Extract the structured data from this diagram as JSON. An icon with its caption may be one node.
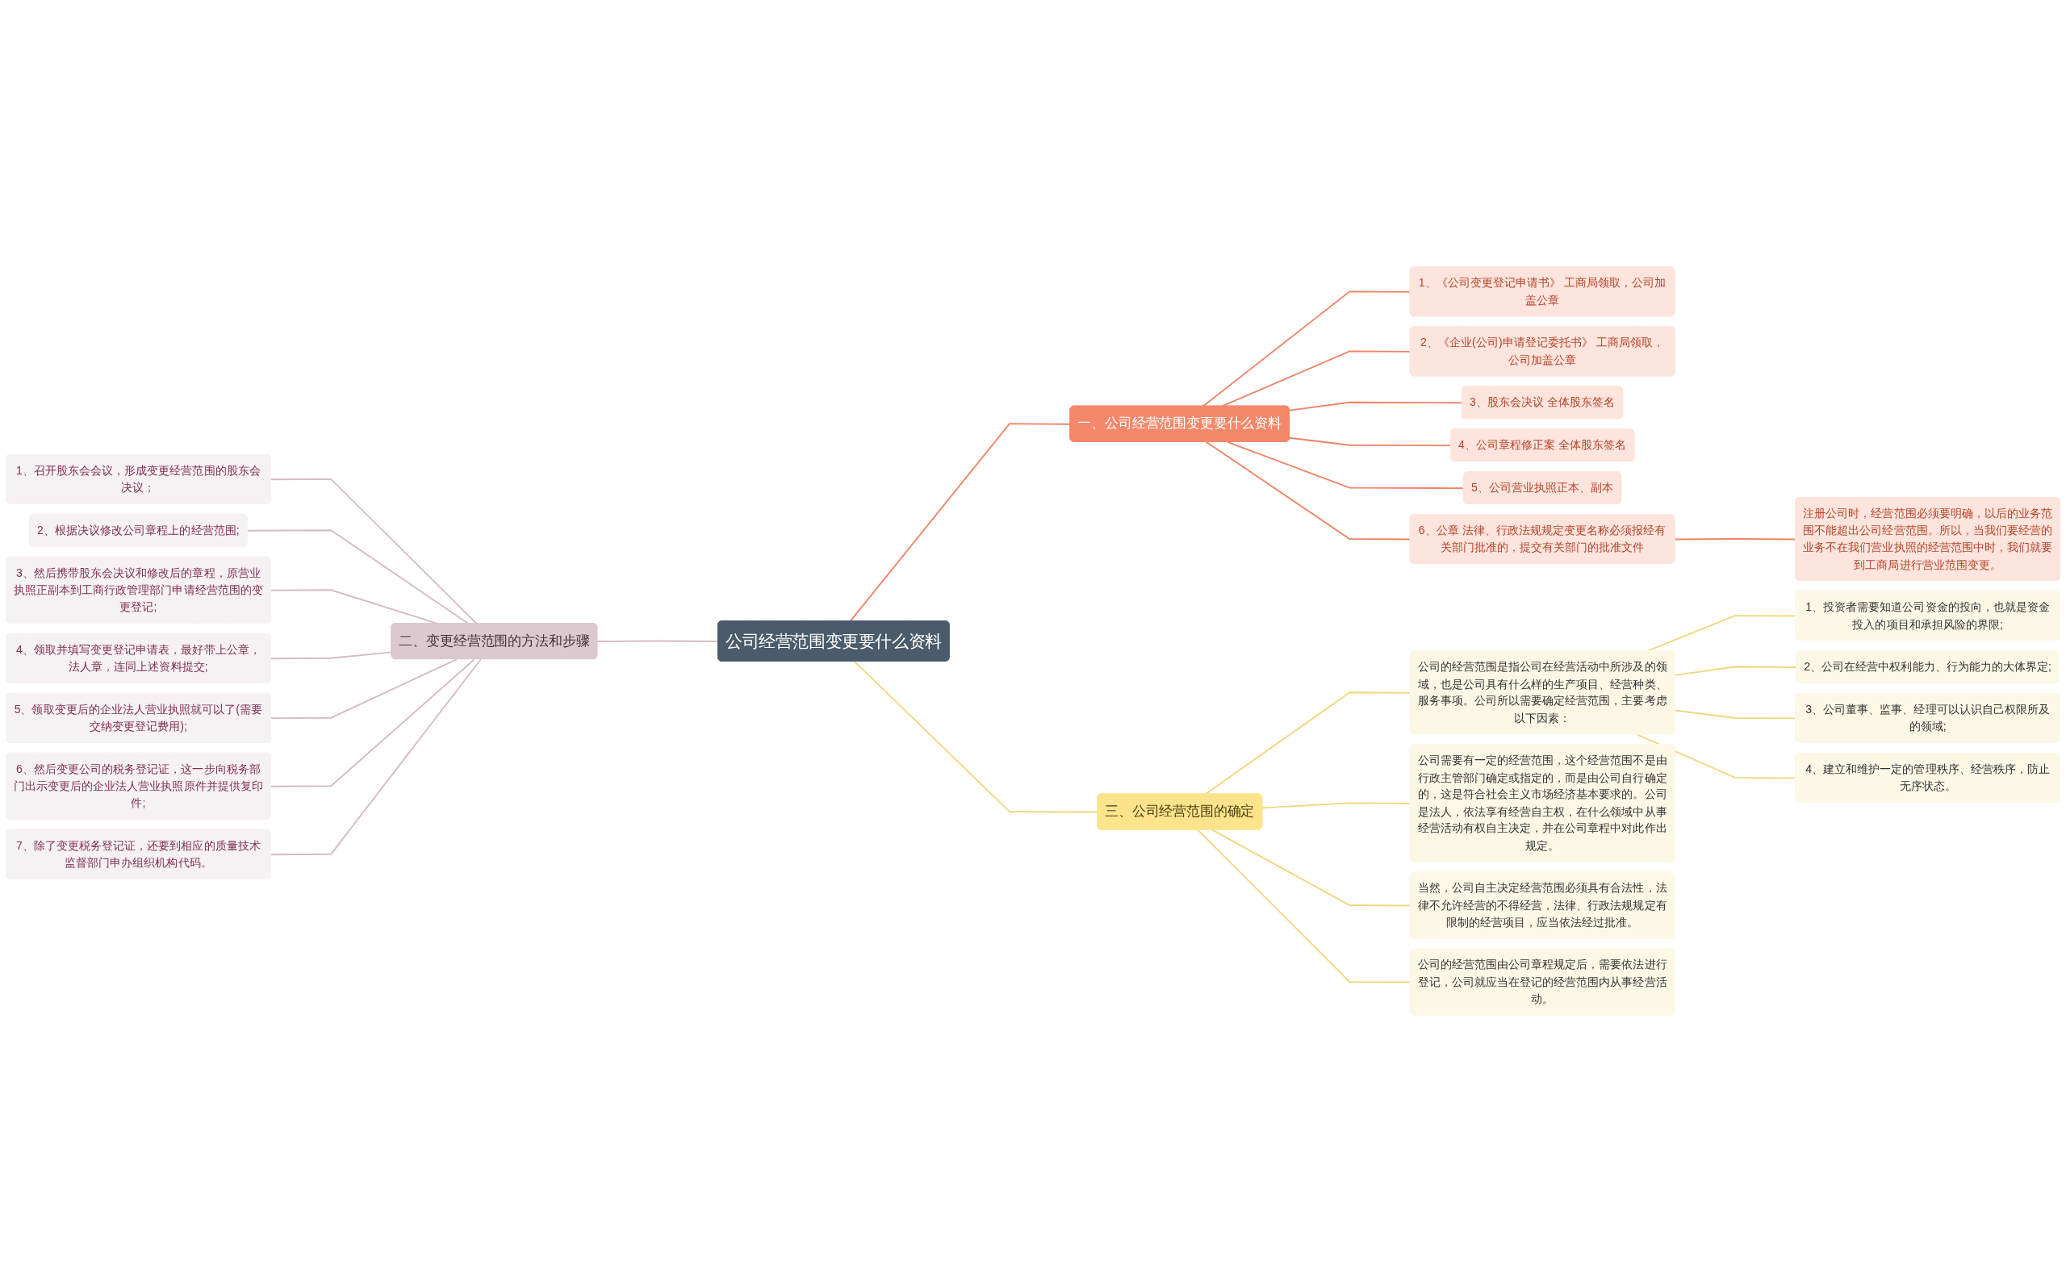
{
  "diagram": {
    "nodes": [
      {
        "text": [
          "公司经营范围变更要什么资料"
        ]
      },
      {
        "text": [
          "一、公司经营范围变更要什么资料"
        ]
      },
      {
        "text": [
          "1、《公司变更登记申请书》 工商局领取，公司加盖公章"
        ]
      },
      {
        "text": [
          "2、《企业(公司)申请登记委托书》 工商局领取，公司加盖公章"
        ]
      },
      {
        "text": [
          "3、股东会决议 全体股东签名"
        ]
      },
      {
        "text": [
          "4、公司章程修正案 全体股东签名"
        ]
      },
      {
        "text": [
          "5、公司营业执照正本、副本"
        ]
      },
      {
        "text": [
          "6、公章 法律、行政法规规定变更名称必须报经有关部门批准的，提交有关部门的批准文件"
        ]
      },
      {
        "text": [
          "注册公司时，经营范围必须要明确，以后的业务范围不能超出公司经营范围。所以，当我们要经营的业务不在我们营业执照的经营范围中时，我们就要到工商局进行营业范围变更。"
        ]
      },
      {
        "text": [
          "二、变更经营范围的方法和步骤"
        ]
      },
      {
        "text": [
          "1、召开股东会会议，形成变更经营范围的股东会决议；"
        ]
      },
      {
        "text": [
          "2、根据决议修改公司章程上的经营范围;"
        ]
      },
      {
        "text": [
          "3、然后携带股东会决议和修改后的章程，原营业执照正副本到工商行政管理部门申请经营范围的变更登记;"
        ]
      },
      {
        "text": [
          "4、领取并填写变更登记申请表，最好带上公章，法人章，连同上述资料提交;"
        ]
      },
      {
        "text": [
          "5、领取变更后的企业法人营业执照就可以了(需要交纳变更登记费用);"
        ]
      },
      {
        "text": [
          "6、然后变更公司的税务登记证，这一步向税务部门出示变更后的企业法人营业执照原件并提供复印件;"
        ]
      },
      {
        "text": [
          "7、除了变更税务登记证，还要到相应的质量技术监督部门申办组织机构代码。"
        ]
      },
      {
        "text": [
          "三、公司经营范围的确定"
        ]
      },
      {
        "text": [
          "公司的经营范围是指公司在经营活动中所涉及的领域，也是公司具有什么样的生产项目、经营种类、服务事项。公司所以需要确定经营范围，主要考虑以下因素："
        ]
      },
      {
        "text": [
          "1、投资者需要知道公司资金的投向，也就是资金投入的项目和承担风险的界限;"
        ]
      },
      {
        "text": [
          "2、公司在经营中权利能力、行为能力的大体界定;"
        ]
      },
      {
        "text": [
          "3、公司董事、监事、经理可以认识自己权限所及的领域;"
        ]
      },
      {
        "text": [
          "4、建立和维护一定的管理秩序、经营秩序，防止无序状态。"
        ]
      },
      {
        "text": [
          "公司需要有一定的经营范围，这个经营范围不是由行政主管部门确定或指定的，而是由公司自行确定的，这是符合社会主义市场经济基本要求的。公司是法人，依法享有经营自主权，在什么领域中从事经营活动有权自主决定，并在公司章程中对此作出规定。"
        ]
      },
      {
        "text": [
          "当然，公司自主决定经营范围必须具有合法性，法律不允许经营的不得经营，法律、行政法规规定有限制的经营项目，应当依法经过批准。"
        ]
      },
      {
        "text": [
          "公司的经营范围由公司章程规定后，需要依法进行登记，公司就应当在登记的经营范围内从事经营活动。"
        ]
      }
    ],
    "edges": [
      {
        "from": 0,
        "to": 1,
        "arrow": "none",
        "color": "#ee8466"
      },
      {
        "from": 1,
        "to": 2,
        "arrow": "none",
        "color": "#ee8466"
      },
      {
        "from": 1,
        "to": 3,
        "arrow": "none",
        "color": "#ee8466"
      },
      {
        "from": 1,
        "to": 4,
        "arrow": "none",
        "color": "#ee8466"
      },
      {
        "from": 1,
        "to": 5,
        "arrow": "none",
        "color": "#ee8466"
      },
      {
        "from": 1,
        "to": 6,
        "arrow": "none",
        "color": "#ee8466"
      },
      {
        "from": 1,
        "to": 7,
        "arrow": "none",
        "color": "#ee8466"
      },
      {
        "from": 7,
        "to": 8,
        "arrow": "none",
        "color": "#ee8466"
      },
      {
        "from": 0,
        "to": 9,
        "arrow": "none",
        "color": "#d3bcc4"
      },
      {
        "from": 9,
        "to": 10,
        "arrow": "none",
        "color": "#d3bcc4"
      },
      {
        "from": 9,
        "to": 11,
        "arrow": "none",
        "color": "#d3bcc4"
      },
      {
        "from": 9,
        "to": 12,
        "arrow": "none",
        "color": "#d3bcc4"
      },
      {
        "from": 9,
        "to": 13,
        "arrow": "none",
        "color": "#d3bcc4"
      },
      {
        "from": 9,
        "to": 14,
        "arrow": "none",
        "color": "#d3bcc4"
      },
      {
        "from": 9,
        "to": 15,
        "arrow": "none",
        "color": "#d3bcc4"
      },
      {
        "from": 9,
        "to": 16,
        "arrow": "none",
        "color": "#d3bcc4"
      },
      {
        "from": 0,
        "to": 17,
        "arrow": "none",
        "color": "#f2d67e"
      },
      {
        "from": 17,
        "to": 18,
        "arrow": "none",
        "color": "#f2d67e"
      },
      {
        "from": 18,
        "to": 19,
        "arrow": "none",
        "color": "#f2d67e"
      },
      {
        "from": 18,
        "to": 20,
        "arrow": "none",
        "color": "#f2d67e"
      },
      {
        "from": 18,
        "to": 21,
        "arrow": "none",
        "color": "#f2d67e"
      },
      {
        "from": 18,
        "to": 22,
        "arrow": "none",
        "color": "#f2d67e"
      },
      {
        "from": 17,
        "to": 23,
        "arrow": "none",
        "color": "#f2d67e"
      },
      {
        "from": 17,
        "to": 24,
        "arrow": "none",
        "color": "#f2d67e"
      },
      {
        "from": 17,
        "to": 25,
        "arrow": "none",
        "color": "#f2d67e"
      }
    ]
  }
}
